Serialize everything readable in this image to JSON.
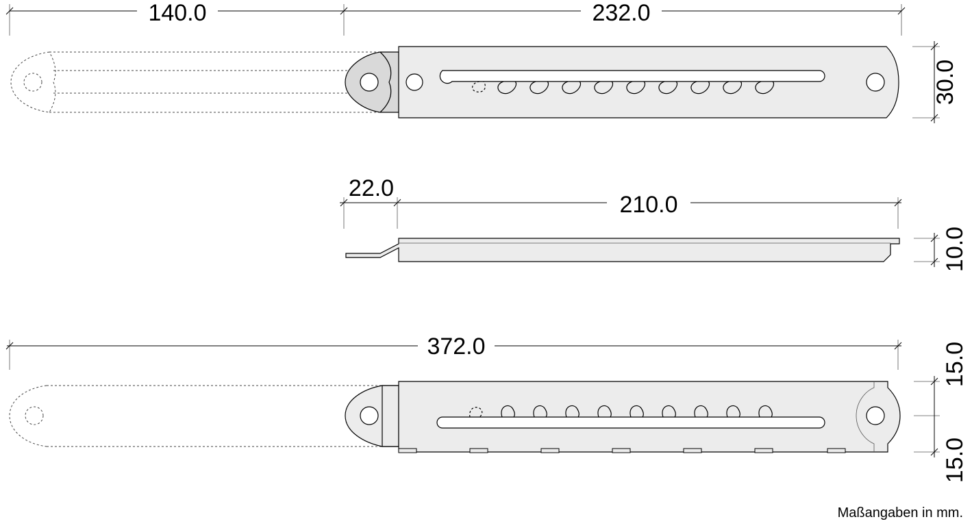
{
  "dimensions": {
    "top_left_width": "140.0",
    "top_right_width": "232.0",
    "top_height": "30.0",
    "side_offset": "22.0",
    "side_length": "210.0",
    "side_thickness": "10.0",
    "bottom_total": "372.0",
    "bottom_upper_half": "15.0",
    "bottom_lower_half": "15.0"
  },
  "note": "Maßangaben in mm."
}
